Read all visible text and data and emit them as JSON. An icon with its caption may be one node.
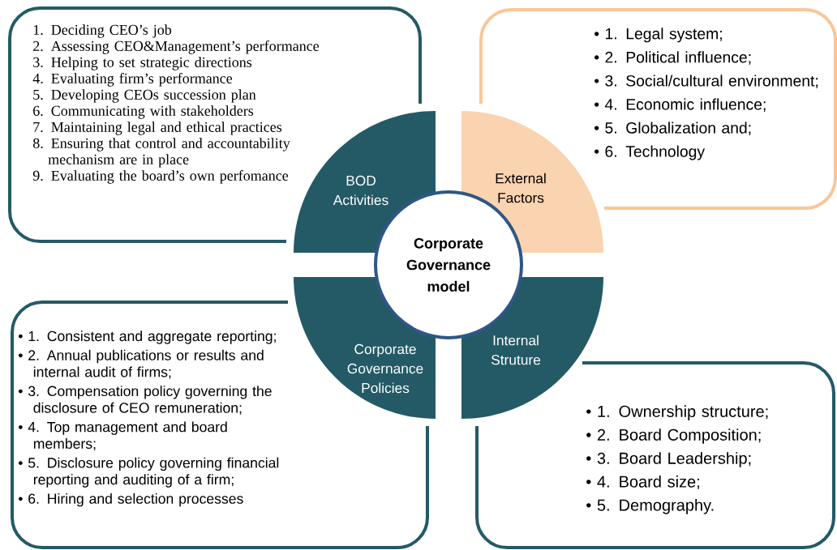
{
  "diagram": {
    "nodes": [
      {
        "text": [
          "1. Deciding CEO’s job",
          "2. Assessing CEO&Management’s performance",
          "3. Helping to set strategic directions",
          "4. Evaluating firm’s performance",
          "5. Developing CEOs succession plan",
          "6. Communicating with stakeholders",
          "7. Maintaining legal and ethical practices",
          "8. Ensuring that control and accountability mechanism are in place",
          "9. Evaluating the board’s own perfomance"
        ]
      },
      {
        "text": [
          "• 1. Legal system;",
          "• 2. Political influence;",
          "• 3. Social/cultural environment;",
          "• 4. Economic influence;",
          "• 5. Globalization and;",
          "• 6. Technology"
        ]
      },
      {
        "text": [
          "BOD Activities"
        ]
      },
      {
        "text": [
          "External Factors"
        ]
      },
      {
        "text": [
          "Corporate Governance model"
        ]
      },
      {
        "text": [
          "Corporate Governance Policies"
        ]
      },
      {
        "text": [
          "Internal Struture"
        ]
      },
      {
        "text": [
          "• 1. Consistent and aggregate reporting;",
          "• 2. Annual publications or results and internal audit of firms;",
          "• 3. Compensation policy governing the disclosure of CEO remuneration;",
          "• 4. Top management and board members;",
          "• 5. Disclosure policy governing financial reporting and auditing of a firm;",
          "• 6. Hiring and selection processes"
        ]
      },
      {
        "text": [
          "• 1. Ownership structure;",
          "• 2. Board Composition;",
          "• 3. Board Leadership;",
          "• 4. Board size;",
          "• 5. Demography."
        ]
      }
    ]
  }
}
